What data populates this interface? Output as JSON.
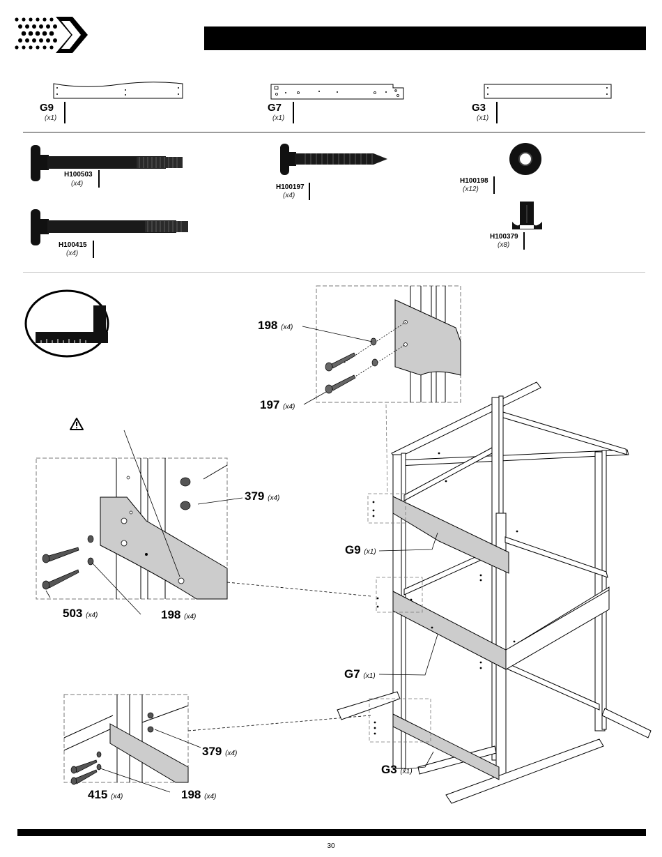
{
  "page": {
    "number": "30"
  },
  "parts": [
    {
      "code": "G9",
      "qty": "(x1)"
    },
    {
      "code": "G7",
      "qty": "(x1)"
    },
    {
      "code": "G3",
      "qty": "(x1)"
    }
  ],
  "hardware": [
    {
      "code": "H100503",
      "qty": "(x4)"
    },
    {
      "code": "H100415",
      "qty": "(x4)"
    },
    {
      "code": "H100197",
      "qty": "(x4)"
    },
    {
      "code": "H100198",
      "qty": "(x12)"
    },
    {
      "code": "H100379",
      "qty": "(x8)"
    }
  ],
  "callouts": {
    "c198_top": {
      "num": "198",
      "qty": "(x4)"
    },
    "c197": {
      "num": "197",
      "qty": "(x4)"
    },
    "c379_mid": {
      "num": "379",
      "qty": "(x4)"
    },
    "c503": {
      "num": "503",
      "qty": "(x4)"
    },
    "c198_mid": {
      "num": "198",
      "qty": "(x4)"
    },
    "g9": {
      "num": "G9",
      "qty": "(x1)"
    },
    "g7": {
      "num": "G7",
      "qty": "(x1)"
    },
    "g3": {
      "num": "G3",
      "qty": "(x1)"
    },
    "c379_bot": {
      "num": "379",
      "qty": "(x4)"
    },
    "c415": {
      "num": "415",
      "qty": "(x4)"
    },
    "c198_bot": {
      "num": "198",
      "qty": "(x4)"
    }
  },
  "icons": [
    "brand-chevron-logo",
    "square-tool-icon",
    "warning-icon"
  ]
}
